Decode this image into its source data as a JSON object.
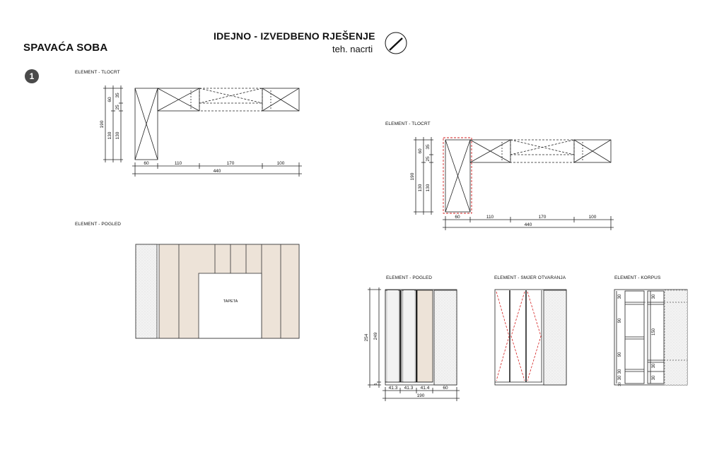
{
  "header": {
    "room_title": "SPAVAĆA SOBA",
    "main_title": "IDEJNO - IZVEDBENO RJEŠENJE",
    "subtitle": "teh. nacrti",
    "badge_number": "1",
    "north_icon": "compass-north-icon"
  },
  "labels": {
    "plan_1": "ELEMENT - TLOCRT",
    "view_1": "ELEMENT -  POGLED",
    "plan_2": "ELEMENT - TLOCRT",
    "view_2": "ELEMENT - POGLED",
    "opening": "ELEMENT - SMJER OTVARANJA",
    "carcass": "ELEMENT - KORPUS"
  },
  "plan_dims": {
    "vertical": [
      "190",
      "60",
      "35",
      "25",
      "130",
      "130"
    ],
    "horizontal": [
      "60",
      "110",
      "170",
      "100"
    ],
    "total": "440"
  },
  "view_1": {
    "wallpaper_label": "TAPETA"
  },
  "view_2_dims": {
    "total_height": "254",
    "inner_height": "249",
    "base": "5",
    "widths": [
      "41.3",
      "41.3",
      "41.4",
      "60"
    ],
    "total_width": "190"
  },
  "carcass_dims": {
    "left": [
      "30",
      "90",
      "90",
      "30",
      "30",
      "30"
    ],
    "right": [
      "30",
      "150",
      "30",
      "30"
    ]
  },
  "colors": {
    "line": "#222222",
    "wood": "#ede3d8",
    "pattern": "#f1f1f1",
    "highlight": "#d32020",
    "mirror": "#dcdcdc"
  }
}
